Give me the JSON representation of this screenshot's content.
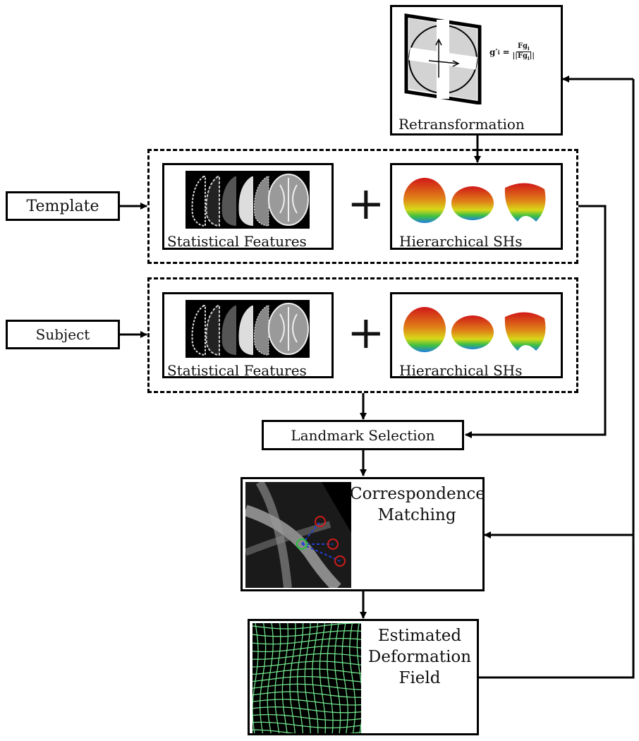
{
  "inputs": {
    "template": "Template",
    "subject": "Subject"
  },
  "retransformation": {
    "label": "Retransformation",
    "formula_lhs": "g′",
    "formula_lhs_sub": "i",
    "formula_num": "Fg",
    "formula_num_sub": "i",
    "formula_den": "||Fg",
    "formula_den_sub": "i",
    "formula_den_end": "||"
  },
  "template_group": {
    "features_label": "Statistical Features",
    "shs_label": "Hierarchical SHs",
    "plus": "+"
  },
  "subject_group": {
    "features_label": "Statistical Features",
    "shs_label": "Hierarchical SHs",
    "plus": "+"
  },
  "landmark": {
    "label": "Landmark Selection"
  },
  "correspondence": {
    "line1": "Correspondence",
    "line2": "Matching"
  },
  "deformation": {
    "line1": "Estimated",
    "line2": "Deformation",
    "line3": "Field"
  },
  "colors": {
    "line": "#000000",
    "grid": "#6fe08a",
    "marker_red": "#d01c1c",
    "marker_green": "#1ec03a",
    "link_blue": "#1f3fd6"
  }
}
